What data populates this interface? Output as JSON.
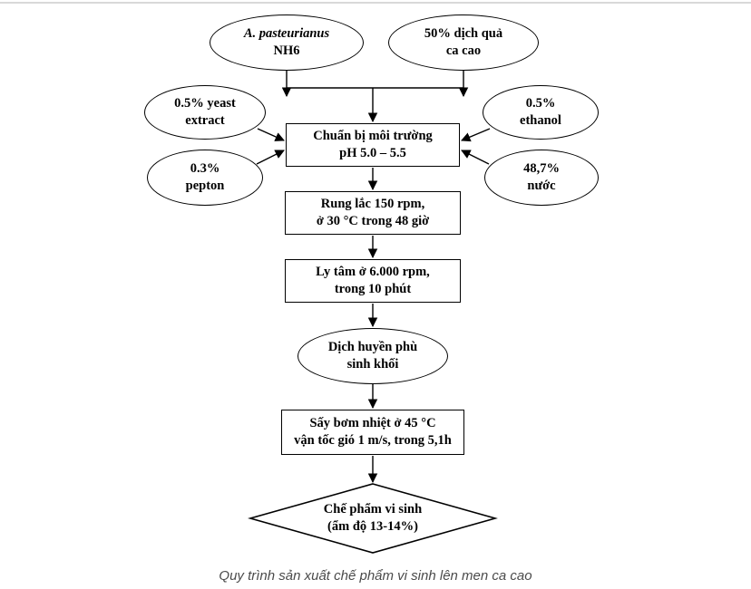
{
  "flowchart": {
    "strain": {
      "line1": "A. pasteurianus",
      "line2": "NH6"
    },
    "cocoa_juice": {
      "line1": "50% dịch quả",
      "line2": "ca cao"
    },
    "yeast_extract": {
      "line1": "0.5% yeast",
      "line2": "extract"
    },
    "pepton": {
      "line1": "0.3%",
      "line2": "pepton"
    },
    "ethanol": {
      "line1": "0.5%",
      "line2": "ethanol"
    },
    "water": {
      "line1": "48,7%",
      "line2": "nước"
    },
    "prepare_medium": {
      "line1": "Chuẩn bị môi trường",
      "line2": "pH 5.0 – 5.5"
    },
    "shaking": {
      "line1": "Rung lắc 150 rpm,",
      "line2": "ở 30 °C trong 48 giờ"
    },
    "centrifuge": {
      "line1": "Ly tâm ở 6.000 rpm,",
      "line2": "trong 10 phút"
    },
    "biomass_suspension": {
      "line1": "Dịch huyền phù",
      "line2": "sinh khối"
    },
    "heat_pump_drying": {
      "line1": "Sấy bơm nhiệt ở 45 °C",
      "line2": "vận tốc gió 1 m/s, trong 5,1h"
    },
    "product": {
      "line1": "Chế phẩm vi sinh",
      "line2": "(ẩm độ 13-14%)"
    }
  },
  "caption": "Quy trình sản xuất chế phẩm vi sinh lên men ca cao"
}
